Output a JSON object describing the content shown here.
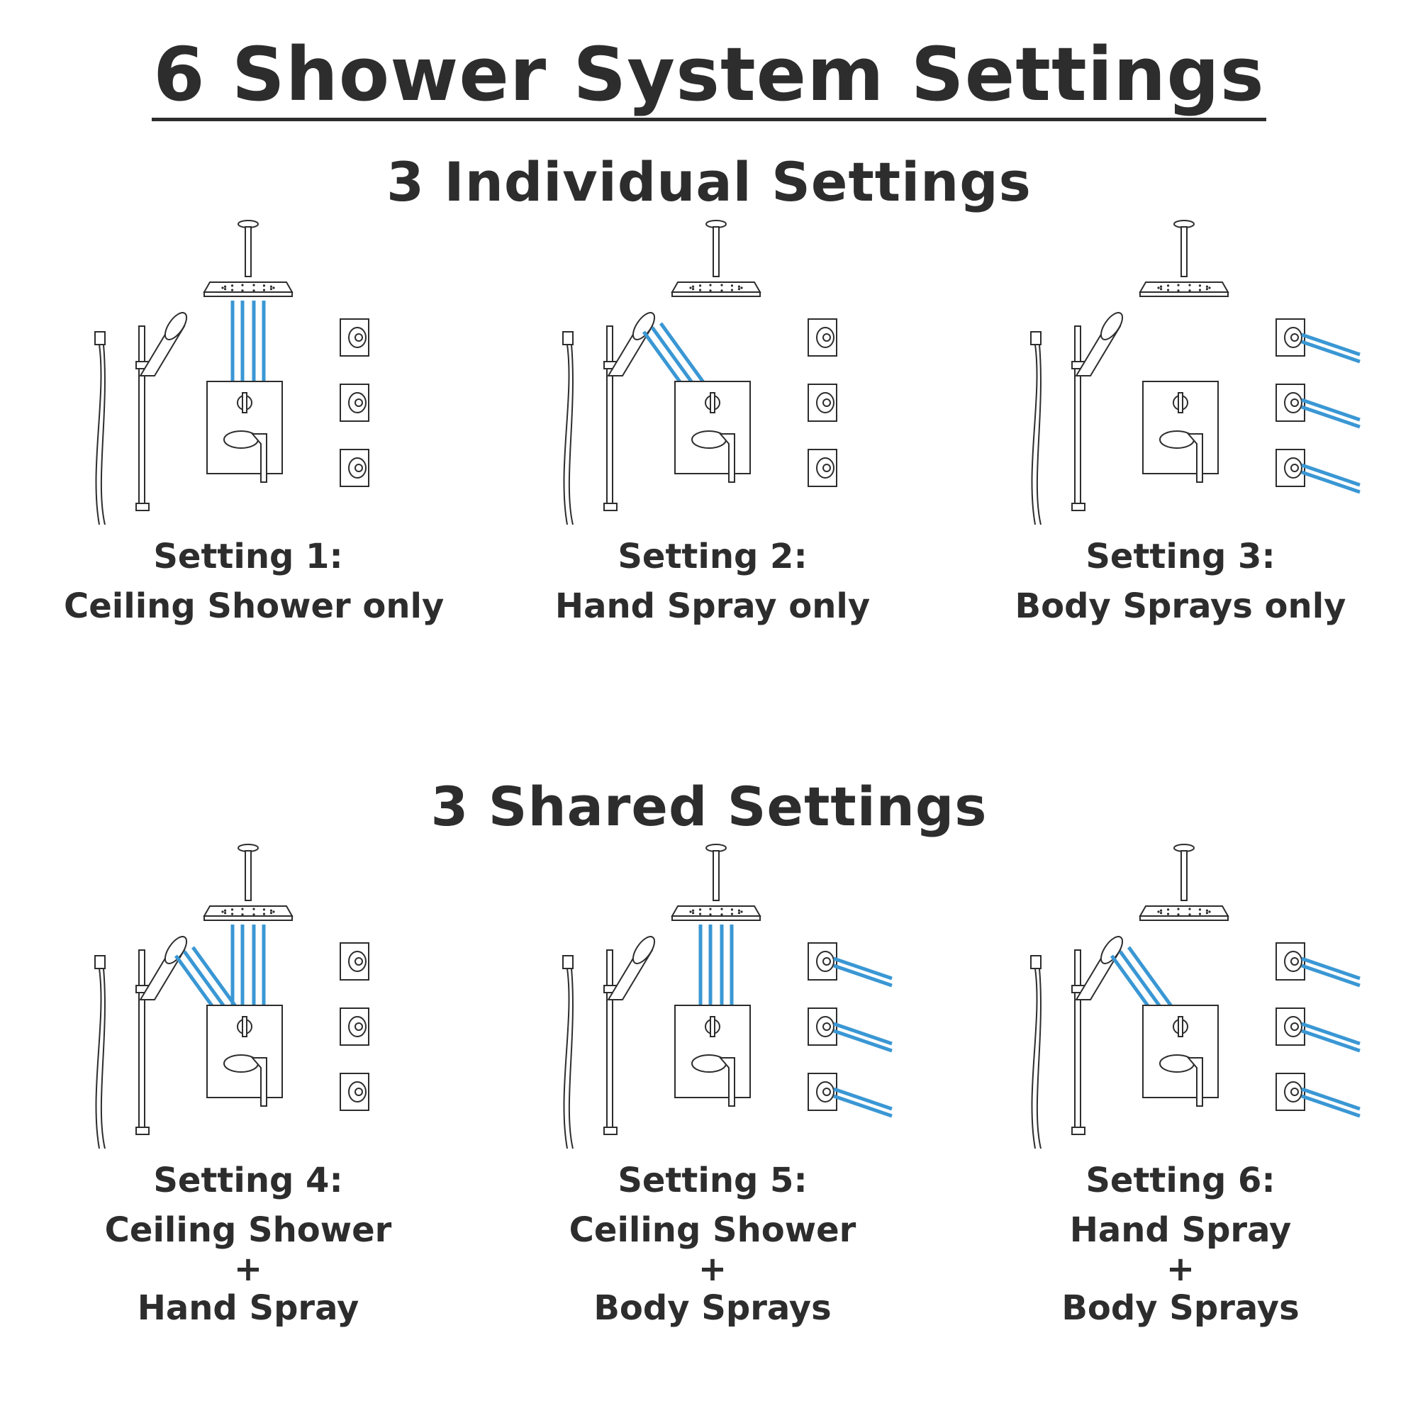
{
  "title": "6 Shower System Settings",
  "sections": [
    {
      "heading": "3 Individual Settings"
    },
    {
      "heading": "3 Shared Settings"
    }
  ],
  "spray_color": "#3a97d4",
  "line_color": "#2d2d2d",
  "settings": [
    {
      "label": "Setting 1:",
      "line1": "Ceiling Shower only",
      "plus": "",
      "line2": "",
      "active": [
        "ceiling"
      ]
    },
    {
      "label": "Setting 2:",
      "line1": "Hand Spray only",
      "plus": "",
      "line2": "",
      "active": [
        "hand"
      ]
    },
    {
      "label": "Setting 3:",
      "line1": "Body Sprays only",
      "plus": "",
      "line2": "",
      "active": [
        "body"
      ]
    },
    {
      "label": "Setting 4:",
      "line1": "Ceiling Shower",
      "plus": "+",
      "line2": "Hand Spray",
      "active": [
        "ceiling",
        "hand"
      ]
    },
    {
      "label": "Setting 5:",
      "line1": "Ceiling Shower",
      "plus": "+",
      "line2": "Body Sprays",
      "active": [
        "ceiling",
        "body"
      ]
    },
    {
      "label": "Setting 6:",
      "line1": "Hand Spray",
      "plus": "+",
      "line2": "Body Sprays",
      "active": [
        "hand",
        "body"
      ]
    }
  ]
}
